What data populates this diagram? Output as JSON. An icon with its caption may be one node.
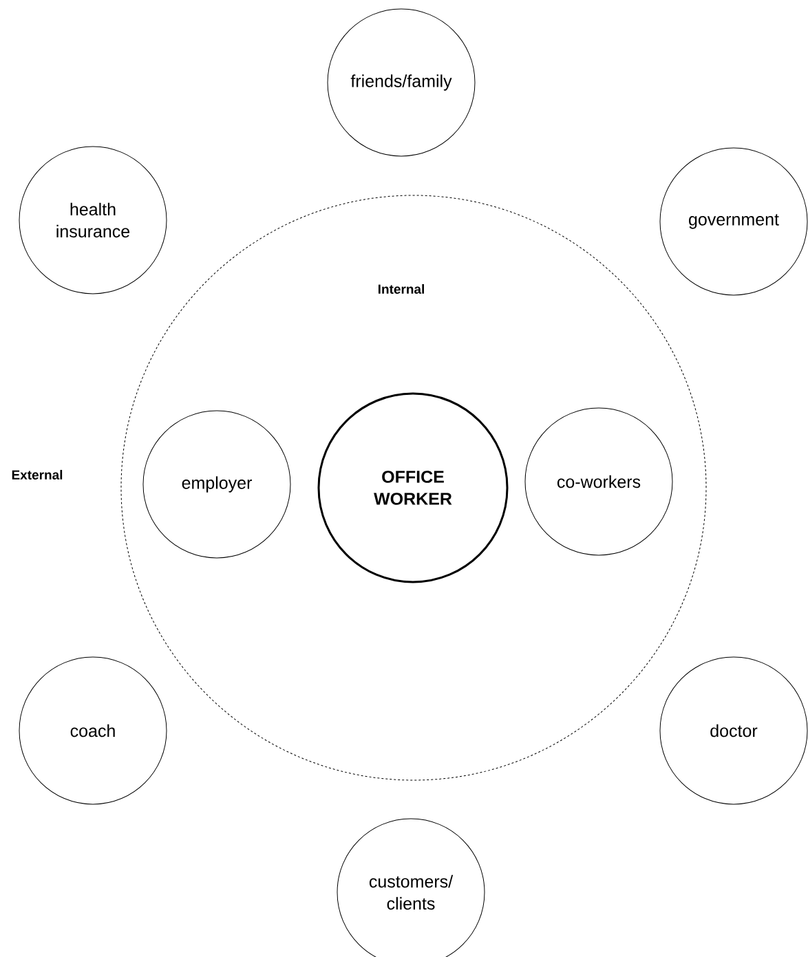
{
  "diagram": {
    "nodes": [
      {
        "text": [
          "friends/family"
        ]
      },
      {
        "text": [
          "health insurance"
        ]
      },
      {
        "text": [
          "government"
        ]
      },
      {
        "text": [
          "Internal"
        ]
      },
      {
        "text": [
          "employer"
        ],
        "in": 3
      },
      {
        "text": [
          "OFFICE WORKER"
        ],
        "in": 3
      },
      {
        "text": [
          "co-workers"
        ],
        "in": 3
      },
      {
        "text": [
          "coach"
        ]
      },
      {
        "text": [
          "doctor"
        ]
      },
      {
        "text": [
          "customers/ clients"
        ]
      }
    ],
    "labels": [
      "External"
    ]
  }
}
